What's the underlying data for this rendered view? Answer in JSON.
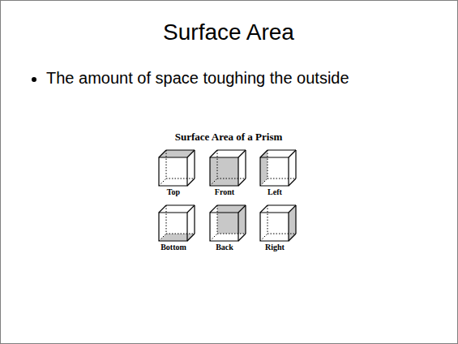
{
  "diagram": {
    "title": "Surface Area",
    "labels": [
      "The amount of space toughing the outside",
      "Surface Area of a Prism",
      "Top",
      "Front",
      "Left",
      "Bottom",
      "Back",
      "Right"
    ]
  }
}
